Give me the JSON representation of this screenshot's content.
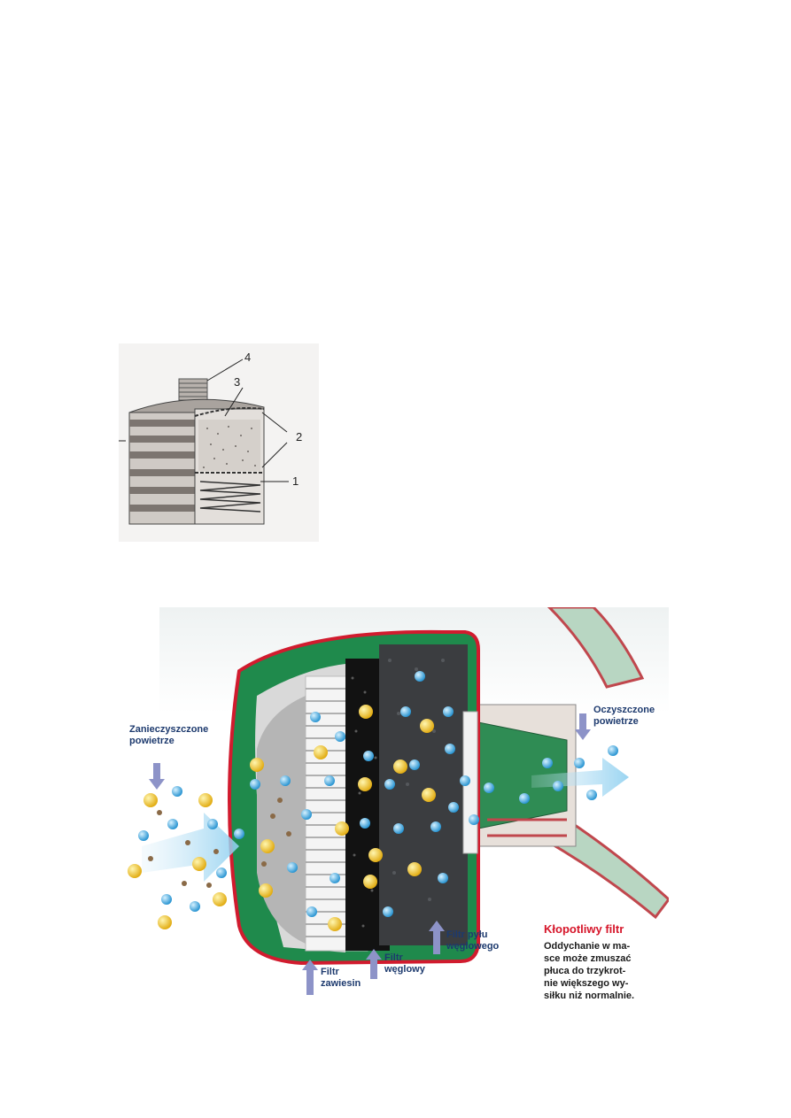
{
  "cross_section": {
    "callouts": [
      "4",
      "3",
      "2",
      "1"
    ]
  },
  "filter_illustration": {
    "labels": {
      "dirty_air": "Zanieczyszczone\npowietrze",
      "clean_air": "Oczyszczone\npowietrze",
      "particle_filter": "Filtr\nzawiesin",
      "carbon_filter": "Filtr\nwęglowy",
      "carbon_dust_filter": "Filtr pyłu\nwęglowego"
    },
    "caption": {
      "title": "Kłopotliwy filtr",
      "body": "Oddychanie w ma-\nsce może zmuszać\npłuca do trzykrot-\nnie większego wy-\nsiłku niż normalnie."
    },
    "colors": {
      "housing": "#1f8a4c",
      "housing_rim": "#d11b2e",
      "label_text": "#1d3a6e",
      "caption_title": "#d6162a",
      "particle_yellow": "#f2c21a",
      "particle_blue": "#39a8e0",
      "particle_brown": "#8a6a47",
      "arrow": "#8d93c8"
    }
  }
}
